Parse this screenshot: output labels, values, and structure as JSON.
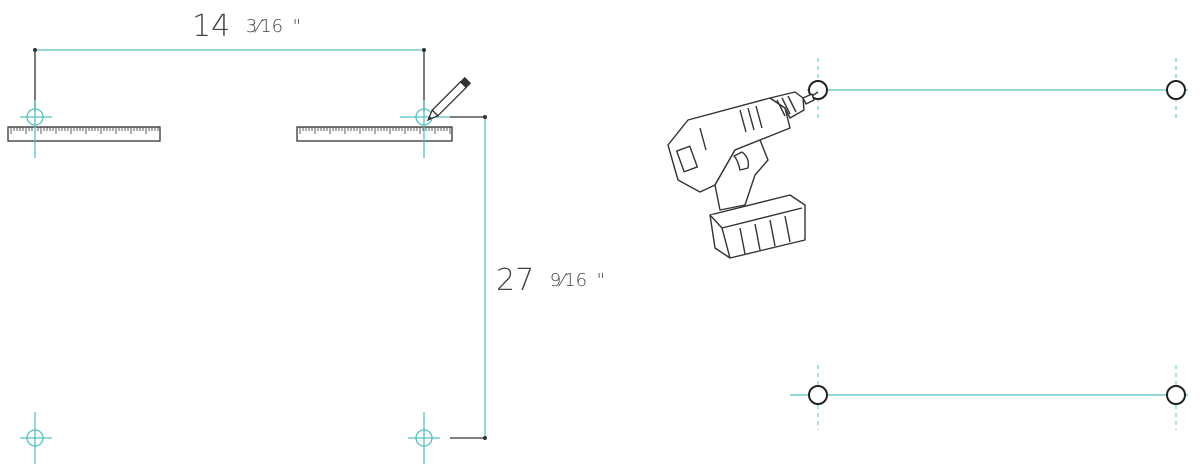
{
  "dimensions": {
    "width_label": {
      "whole": "14",
      "fraction": "3⁄16",
      "unit": "\""
    },
    "height_label": {
      "whole": "27",
      "fraction": "9⁄16",
      "unit": "\""
    }
  },
  "colors": {
    "guide_line": "#58c1bf",
    "ink": "#333333",
    "background": "#ffffff"
  },
  "icons": [
    "pencil-icon",
    "drill-icon",
    "ruler-icon",
    "crosshair-marker-icon",
    "drill-hole-icon"
  ]
}
